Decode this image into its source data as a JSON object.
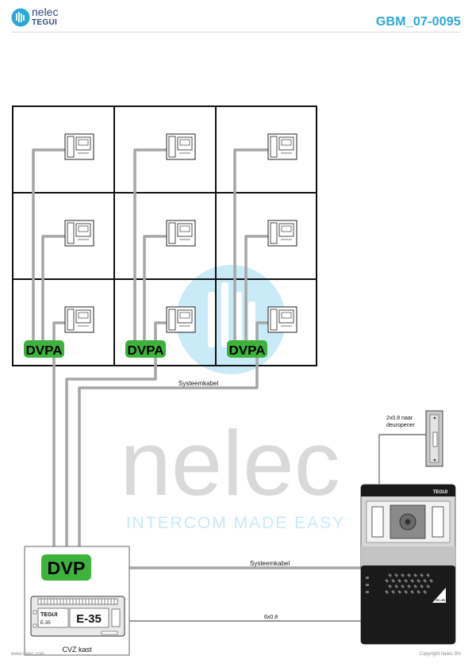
{
  "header": {
    "brand_top": "nelec",
    "brand_bottom": "TEGUI",
    "doc_code": "GBM_07-0095"
  },
  "watermark": {
    "word": "nelec",
    "tagline": "INTERCOM MADE EASY"
  },
  "modules": {
    "dvpa": [
      "DVPA",
      "DVPA",
      "DVPA"
    ],
    "dvp": "DVP",
    "e35_brand": "TEGUI",
    "e35_small": "E-35",
    "e35_big": "E-35",
    "panel_brand": "TEGUI",
    "panel_small": "EC-35"
  },
  "labels": {
    "systeemkabel_top": "Systeemkabel",
    "systeemkabel_bottom": "Systeemkabel",
    "cable_6x": "6x0.8",
    "door_opener_1": "2x0.8 naar",
    "door_opener_2": "deuropener",
    "cabinet": "CVZ kast"
  },
  "footer": {
    "url": "www.nelec.com",
    "copyright": "Copyright Nelec BV"
  },
  "colors": {
    "brand_blue": "#29a7d8",
    "dvp_green": "#3db33b",
    "cable_gray": "#a6a6a6",
    "watermark_gray": "#d9d9d9",
    "watermark_cyan": "#c9eaf7"
  }
}
